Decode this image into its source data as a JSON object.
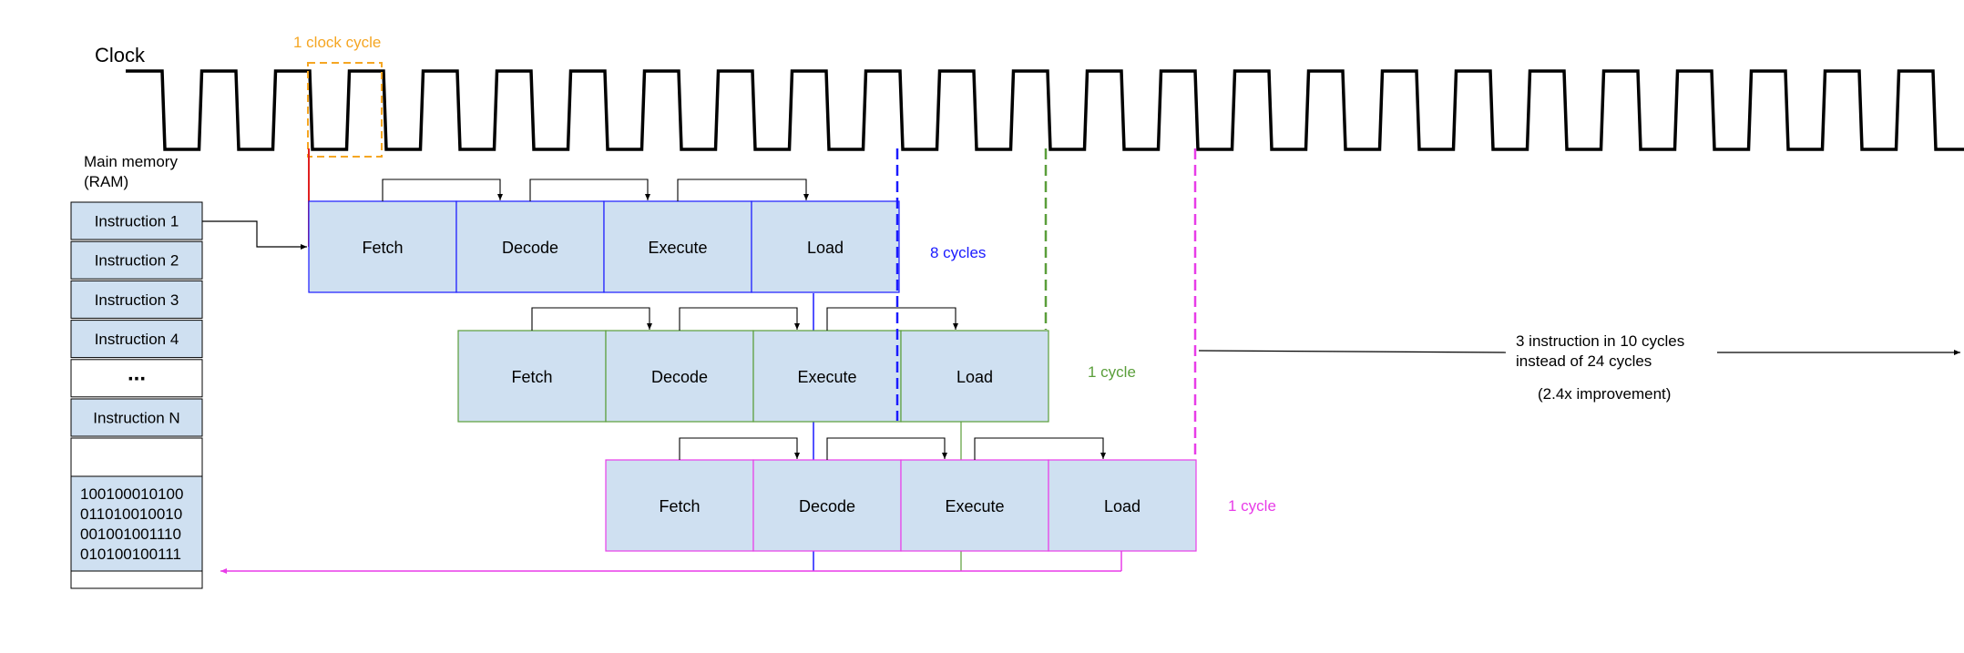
{
  "clock": {
    "label": "Clock",
    "cycle_label": "1 clock cycle"
  },
  "memory": {
    "title_line1": "Main memory",
    "title_line2": "(RAM)",
    "cells": [
      "Instruction 1",
      "Instruction 2",
      "Instruction 3",
      "Instruction 4",
      "...",
      "Instruction N"
    ],
    "binary": [
      "100100010100",
      "011010010010",
      "001001001110",
      "010100100111"
    ]
  },
  "stages": [
    "Fetch",
    "Decode",
    "Execute",
    "Load"
  ],
  "pipelines": [
    {
      "cycles_label": "8 cycles",
      "color": "#1a1aff"
    },
    {
      "cycles_label": "1 cycle",
      "color": "#5a9e3a"
    },
    {
      "cycles_label": "1 cycle",
      "color": "#e83ce8"
    }
  ],
  "summary": {
    "line1": "3 instruction in 10 cycles",
    "line2": "instead of 24 cycles",
    "line3": "(2.4x improvement)"
  },
  "colors": {
    "stage_fill": "#cfe0f1",
    "cycle_highlight": "#f5a623",
    "fetch_start": "#e02020"
  }
}
